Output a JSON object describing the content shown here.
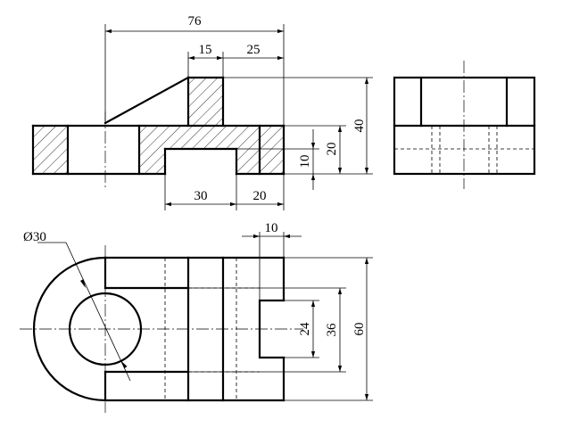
{
  "colors": {
    "line": "#000000",
    "background": "#ffffff"
  },
  "dimensions": {
    "d76": "76",
    "d15": "15",
    "d25": "25",
    "d40": "40",
    "d20v": "20",
    "d10v": "10",
    "d30": "30",
    "d20h": "20",
    "d10top": "10",
    "dia30": "Ø30",
    "d24": "24",
    "d36": "36",
    "d60": "60"
  }
}
